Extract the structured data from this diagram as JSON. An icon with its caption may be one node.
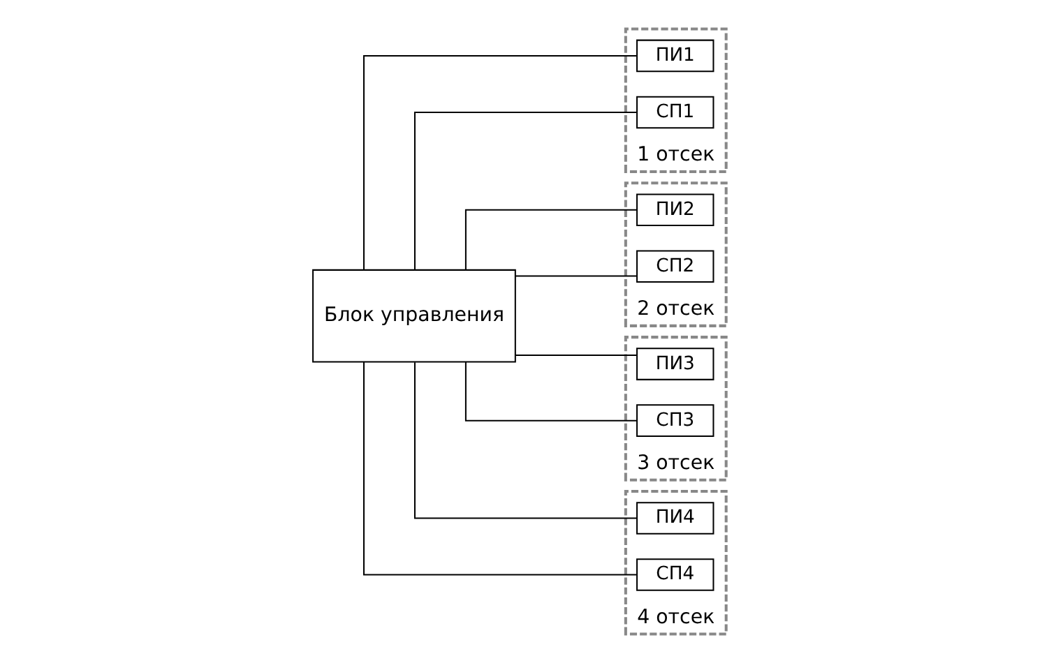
{
  "diagram": {
    "nodes": [
      {
        "text": [
          "Блок управления"
        ]
      },
      {
        "text": [
          "1 отсек"
        ]
      },
      {
        "text": [
          "ПИ1"
        ],
        "in": 1
      },
      {
        "text": [
          "СП1"
        ],
        "in": 1
      },
      {
        "text": [
          "2 отсек"
        ]
      },
      {
        "text": [
          "ПИ2"
        ],
        "in": 4
      },
      {
        "text": [
          "СП2"
        ],
        "in": 4
      },
      {
        "text": [
          "3 отсек"
        ]
      },
      {
        "text": [
          "ПИ3"
        ],
        "in": 7
      },
      {
        "text": [
          "СП3"
        ],
        "in": 7
      },
      {
        "text": [
          "4 отсек"
        ]
      },
      {
        "text": [
          "ПИ4"
        ],
        "in": 10
      },
      {
        "text": [
          "СП4"
        ],
        "in": 10
      }
    ],
    "edges": [
      {
        "from": 0,
        "to": 2,
        "arrow": "none"
      },
      {
        "from": 0,
        "to": 3,
        "arrow": "none"
      },
      {
        "from": 0,
        "to": 5,
        "arrow": "none"
      },
      {
        "from": 0,
        "to": 6,
        "arrow": "none"
      },
      {
        "from": 0,
        "to": 8,
        "arrow": "none"
      },
      {
        "from": 0,
        "to": 9,
        "arrow": "none"
      },
      {
        "from": 0,
        "to": 11,
        "arrow": "none"
      },
      {
        "from": 0,
        "to": 12,
        "arrow": "none"
      }
    ]
  }
}
